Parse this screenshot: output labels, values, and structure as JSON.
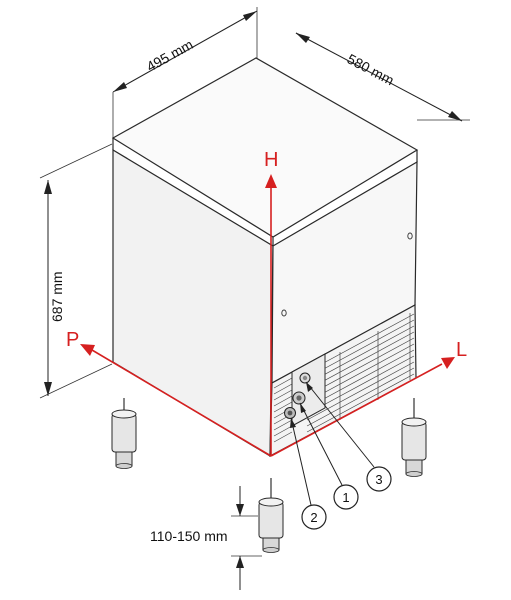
{
  "dimensions": {
    "width": "495 mm",
    "depth": "580 mm",
    "height": "687 mm",
    "feet": "110-150 mm"
  },
  "axes": {
    "height": "H",
    "front": "P",
    "side": "L"
  },
  "callouts": [
    "1",
    "2",
    "3"
  ],
  "colors": {
    "axis": "#d62020",
    "cabinet_front": "#f2f2f2",
    "cabinet_side": "#f7f7f7",
    "cabinet_top": "#fafafa",
    "outline": "#2a2a2a"
  }
}
